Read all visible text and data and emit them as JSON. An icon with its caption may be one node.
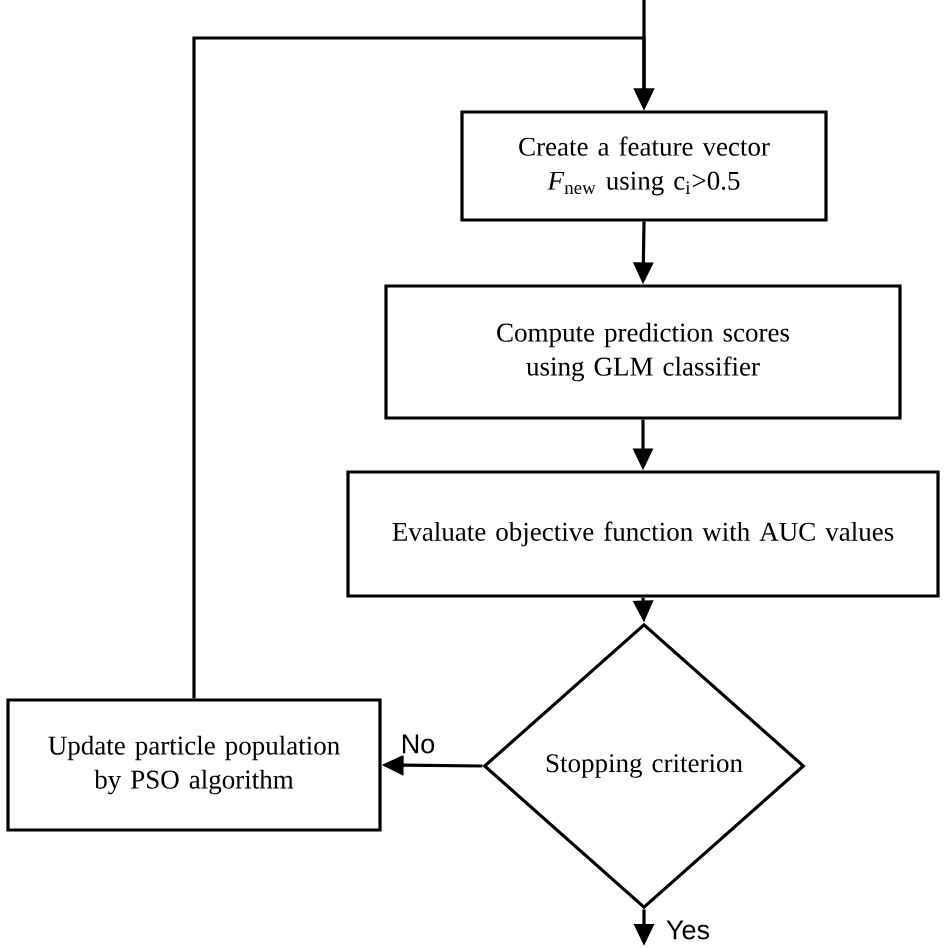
{
  "diagram": {
    "nodes": [
      {
        "text": [
          "Create a feature vector *F*$_{new}$ using c$_{i}$>0.5"
        ]
      },
      {
        "text": [
          "Compute prediction scores using GLM classifier"
        ]
      },
      {
        "text": [
          "Evaluate objective function with AUC values"
        ]
      },
      {
        "text": [
          "Stopping criterion"
        ]
      },
      {
        "text": [
          "Update particle population by PSO algorithm"
        ]
      }
    ],
    "edges": [
      {
        "from": null,
        "to": 0,
        "arrow": "to"
      },
      {
        "from": 4,
        "to": 0,
        "arrow": "to"
      },
      {
        "from": 0,
        "to": 1,
        "arrow": "to"
      },
      {
        "from": 1,
        "to": 2,
        "arrow": "to"
      },
      {
        "from": 2,
        "to": 3,
        "arrow": "to"
      },
      {
        "from": 3,
        "to": 4,
        "arrow": "to",
        "label": "No"
      },
      {
        "from": 3,
        "to": null,
        "arrow": "to",
        "label": "Yes"
      }
    ]
  }
}
